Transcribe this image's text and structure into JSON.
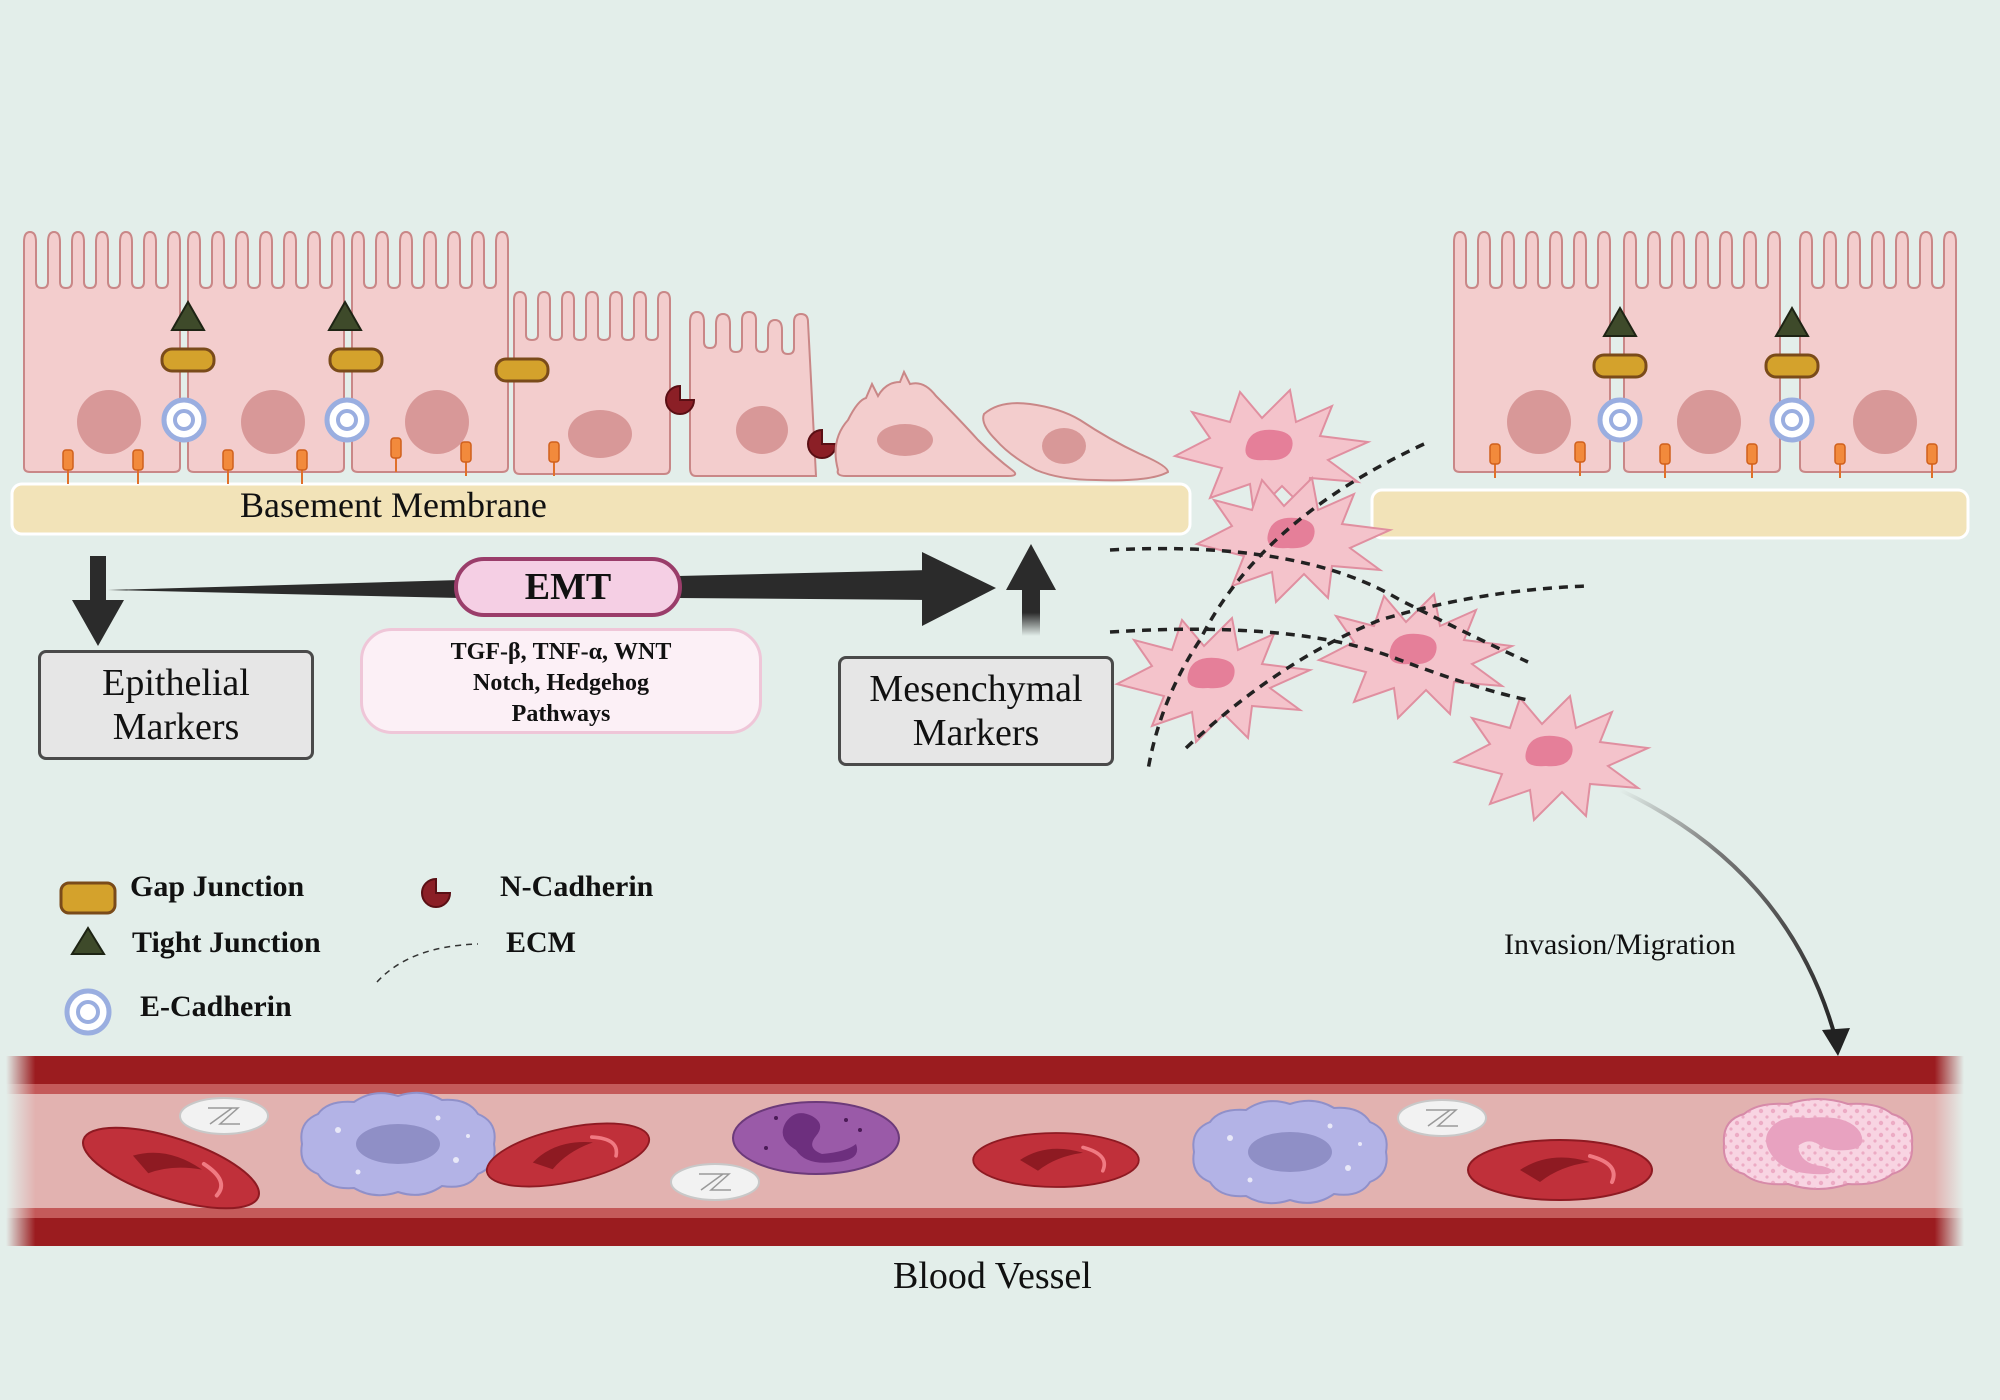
{
  "labels": {
    "basement_membrane": "Basement Membrane",
    "emt": "EMT",
    "pathways": [
      "TGF-β, TNF-α, WNT",
      "Notch, Hedgehog",
      "Pathways"
    ],
    "epithelial_markers": [
      "Epithelial",
      "Markers"
    ],
    "mesenchymal_markers": [
      "Mesenchymal",
      "Markers"
    ],
    "invasion_migration": "Invasion/Migration",
    "blood_vessel": "Blood Vessel"
  },
  "legend": {
    "gap_junction": "Gap Junction",
    "tight_junction": "Tight Junction",
    "e_cadherin": "E-Cadherin",
    "n_cadherin": "N-Cadherin",
    "ecm": "ECM"
  },
  "colors": {
    "background": "#e3eeea",
    "cell_fill": "#f3cdcd",
    "cell_stroke": "#c98787",
    "nucleus": "#d89898",
    "gap_junction": "#d4a22c",
    "tight_junction": "#3e4a2a",
    "e_cadherin": "#9aaee0",
    "n_cadherin": "#8b1f26",
    "basement_membrane": "#f2e3b8",
    "vessel_wall": "#9b1c1f",
    "vessel_lumen": "#e2b2b0",
    "rbc": "#c0303a",
    "mesenchymal_cell": "#f4c3cb"
  }
}
